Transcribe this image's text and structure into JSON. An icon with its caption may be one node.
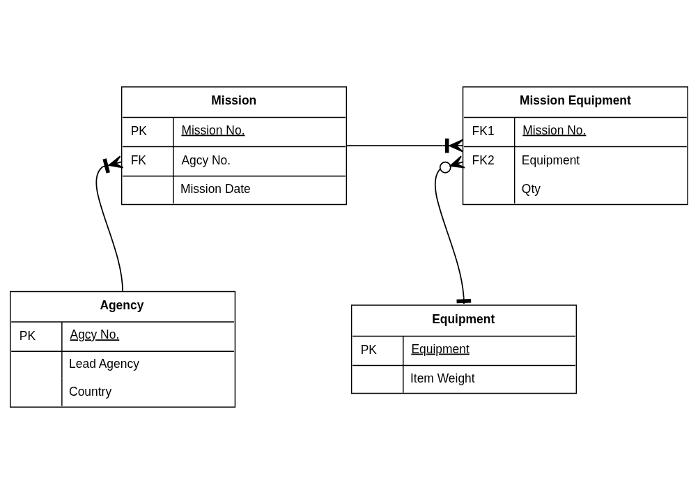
{
  "diagram": {
    "nodes": [
      {
        "text": [
          "Mission",
          "PK",
          "Mission No.",
          "FK",
          "Agcy No.",
          "Mission Date"
        ]
      },
      {
        "text": [
          "Mission Equipment",
          "FK1",
          "Mission No.",
          "FK2",
          "Equipment",
          "Qty"
        ]
      },
      {
        "text": [
          "Agency",
          "PK",
          "Agcy No.",
          "Lead Agency",
          "Country"
        ]
      },
      {
        "text": [
          "Equipment",
          "PK",
          "Equipment",
          "Item Weight"
        ]
      }
    ],
    "edges": [
      {
        "from": 0,
        "to": 1,
        "arrow": "other"
      },
      {
        "from": 0,
        "to": 2,
        "arrow": "other"
      },
      {
        "from": 1,
        "to": 3,
        "arrow": "other"
      }
    ]
  }
}
